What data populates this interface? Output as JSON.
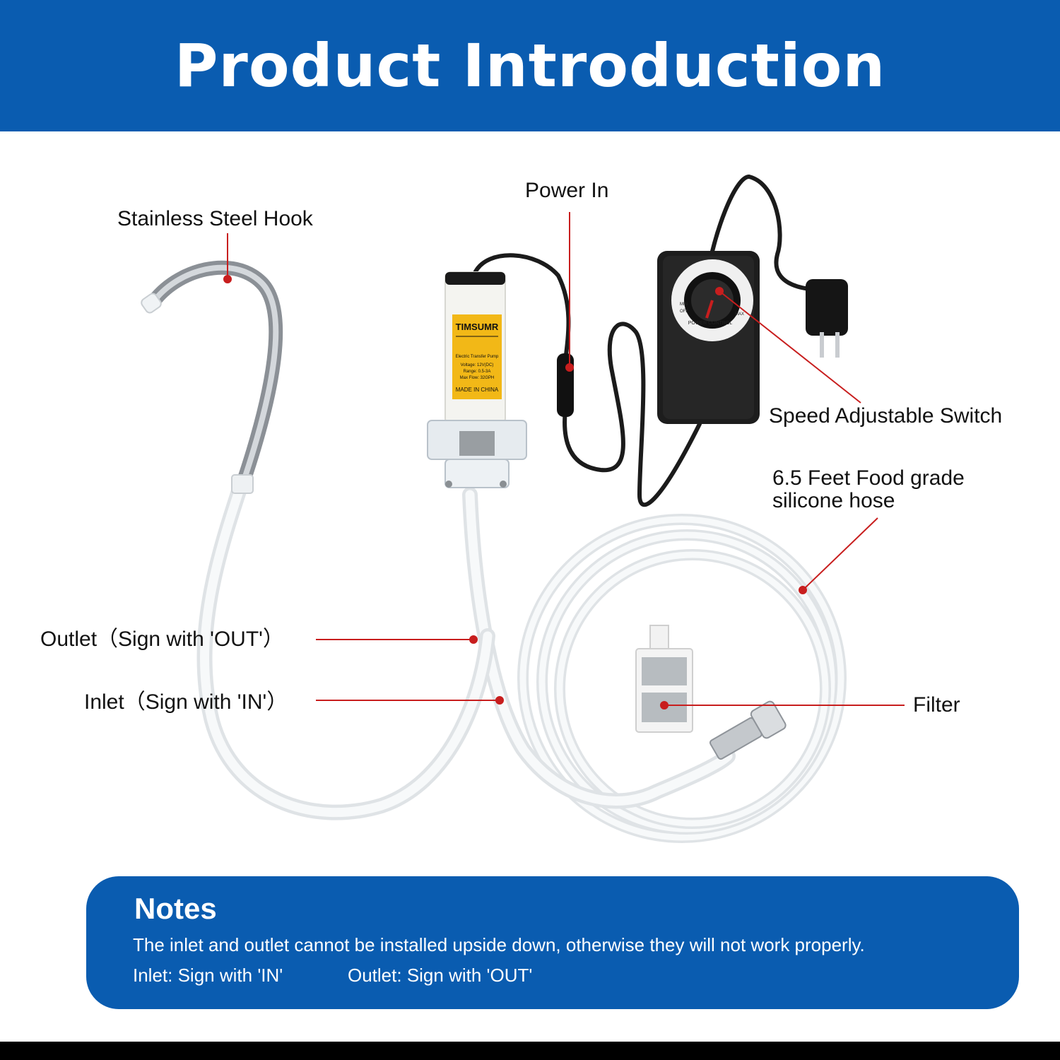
{
  "header": {
    "title": "Product Introduction"
  },
  "labels": {
    "hook": "Stainless Steel Hook",
    "power_in": "Power In",
    "speed_switch": "Speed Adjustable Switch",
    "hose": "6.5 Feet Food grade silicone hose",
    "outlet": "Outlet（Sign with 'OUT'）",
    "inlet": "Inlet（Sign with 'IN'）",
    "filter": "Filter"
  },
  "pump_label": {
    "brand": "TIMSUMR",
    "product": "Electric Transfer Pump",
    "voltage": "Voltage: 12V(DC)",
    "range": "Range: 0.5-3A",
    "max_flow": "Max Flow: 32GPH",
    "origin": "MADE IN CHINA"
  },
  "controller": {
    "caption": "POWER CONTROL",
    "min": "MIN",
    "off": "OFF",
    "max": "MAX"
  },
  "notes": {
    "title": "Notes",
    "line1": "The inlet and outlet cannot be installed upside down, otherwise they will not work properly.",
    "inlet_note": "Inlet: Sign with 'IN'",
    "outlet_note": "Outlet: Sign with 'OUT'"
  },
  "colors": {
    "brand_blue": "#0a5cb0",
    "callout_red": "#c81e1e",
    "pump_label_yellow": "#f2b817"
  }
}
